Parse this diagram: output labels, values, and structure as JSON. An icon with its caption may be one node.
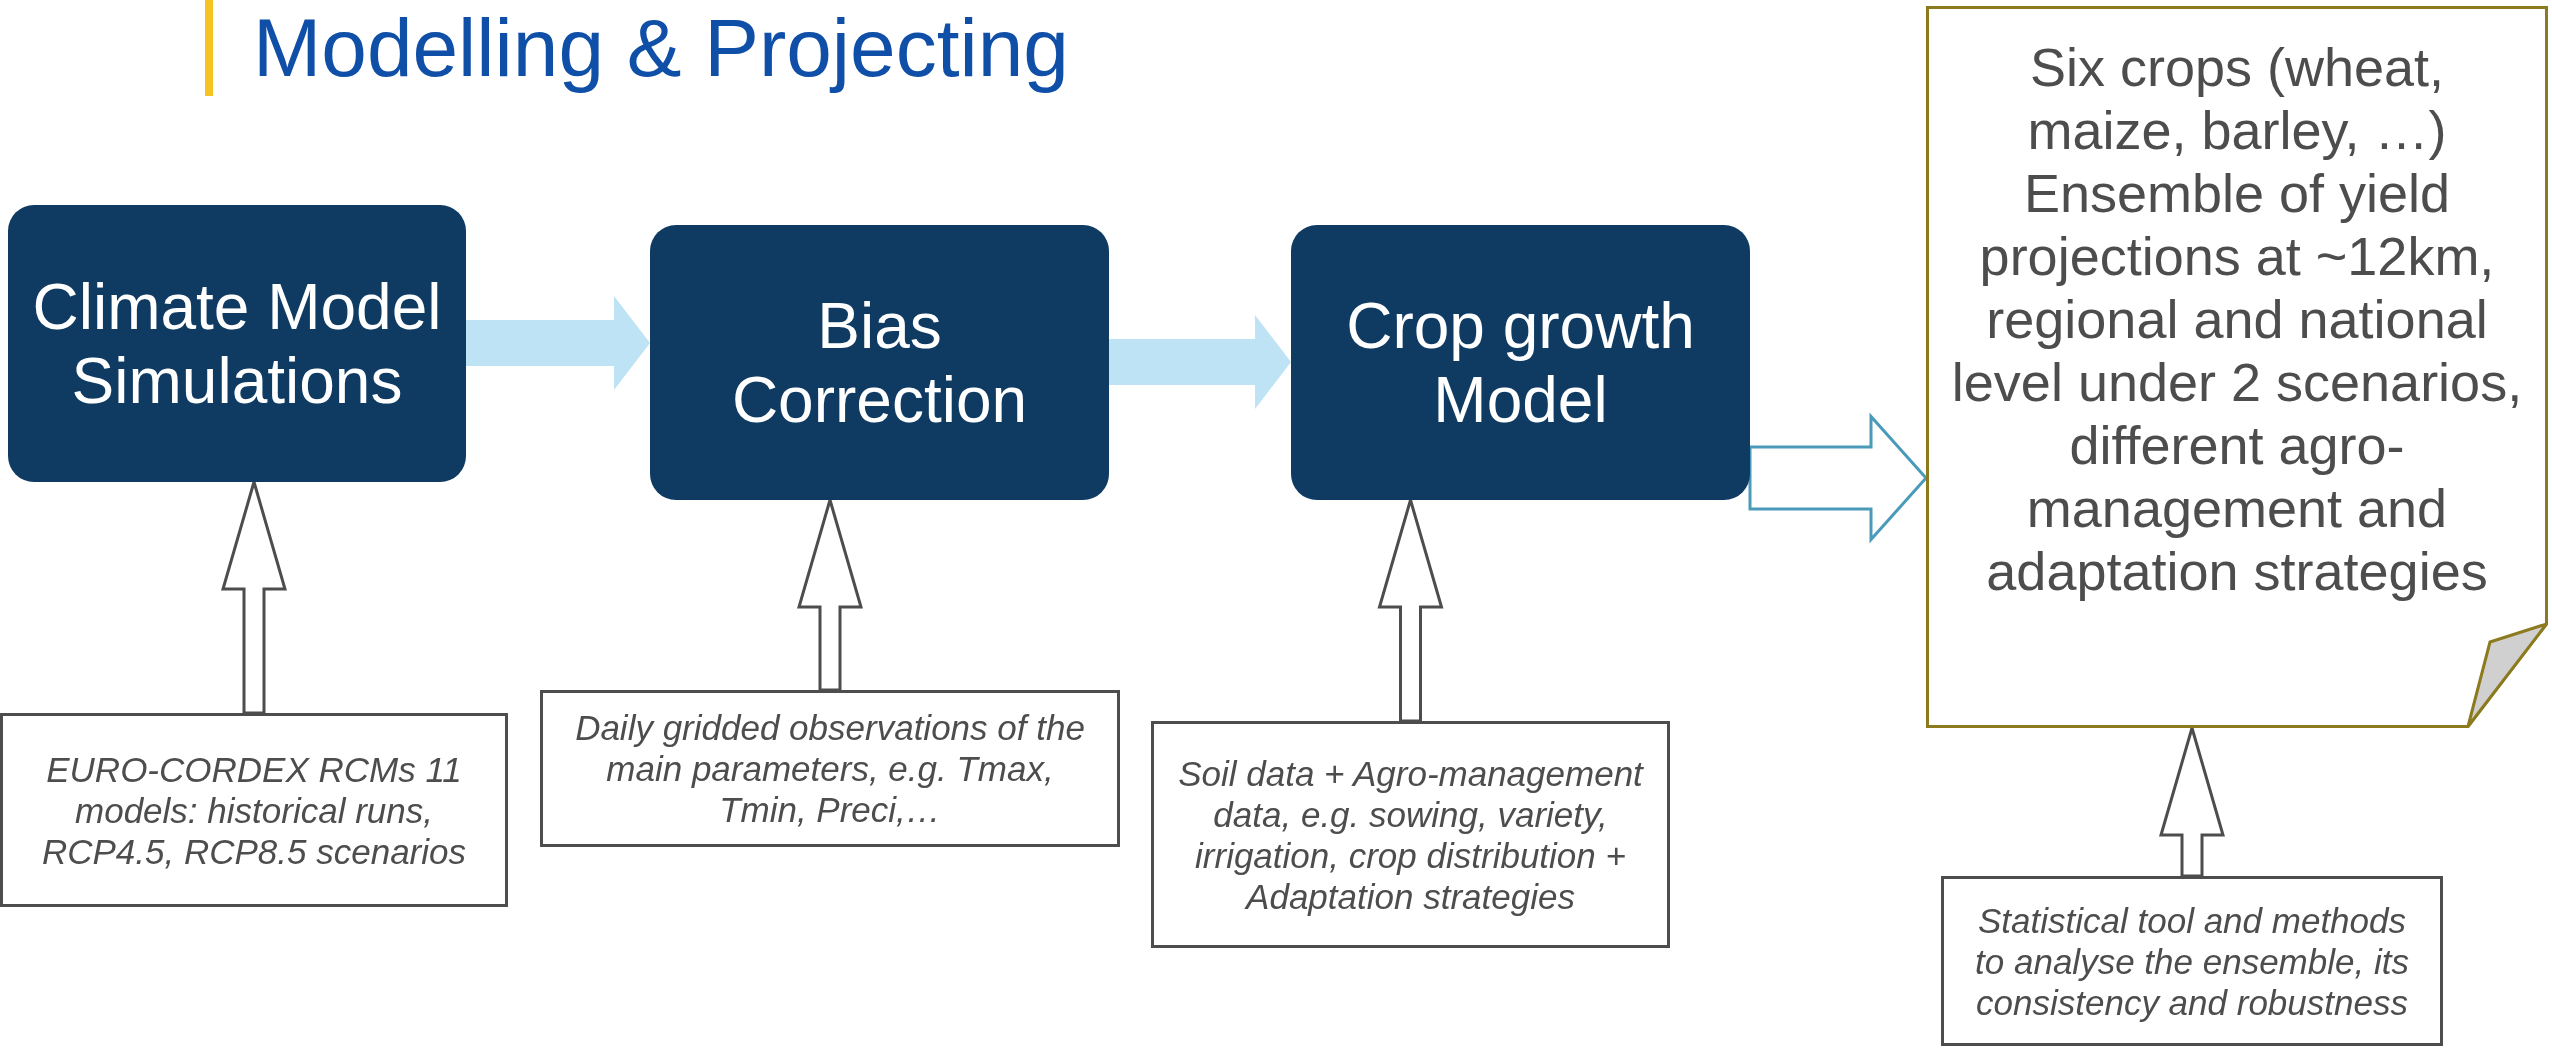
{
  "diagram": {
    "title": "Modelling & Projecting",
    "nodes": [
      {
        "text": [
          "Climate Model Simulations"
        ]
      },
      {
        "text": [
          "Bias Correction"
        ]
      },
      {
        "text": [
          "Crop growth Model"
        ]
      },
      {
        "text": [
          "Six crops (wheat, maize, barley, …) Ensemble of yield projections at ~12km, regional and national level under 2 scenarios, different agro-management and adaptation strategies"
        ]
      },
      {
        "text": [
          "EURO-CORDEX RCMs 11 models: historical runs, RCP4.5, RCP8.5 scenarios"
        ]
      },
      {
        "text": [
          "Daily gridded observations of the main parameters, e.g. Tmax, Tmin, Preci,…"
        ]
      },
      {
        "text": [
          "Soil data + Agro-management data, e.g. sowing, variety, irrigation, crop distribution + Adaptation strategies"
        ]
      },
      {
        "text": [
          "Statistical tool and methods to analyse the ensemble, its consistency and robustness"
        ]
      }
    ],
    "edges": [
      {
        "from": 0,
        "to": 1,
        "arrow": "to",
        "style": "thick",
        "color": "#bde3f5"
      },
      {
        "from": 1,
        "to": 2,
        "arrow": "to",
        "style": "thick",
        "color": "#bde3f5"
      },
      {
        "from": 2,
        "to": 3,
        "arrow": "to",
        "color": "#4a9aba"
      },
      {
        "from": 4,
        "to": 0,
        "arrow": "to"
      },
      {
        "from": 5,
        "to": 1,
        "arrow": "to"
      },
      {
        "from": 6,
        "to": 2,
        "arrow": "to"
      },
      {
        "from": 7,
        "to": 3,
        "arrow": "to"
      }
    ]
  }
}
